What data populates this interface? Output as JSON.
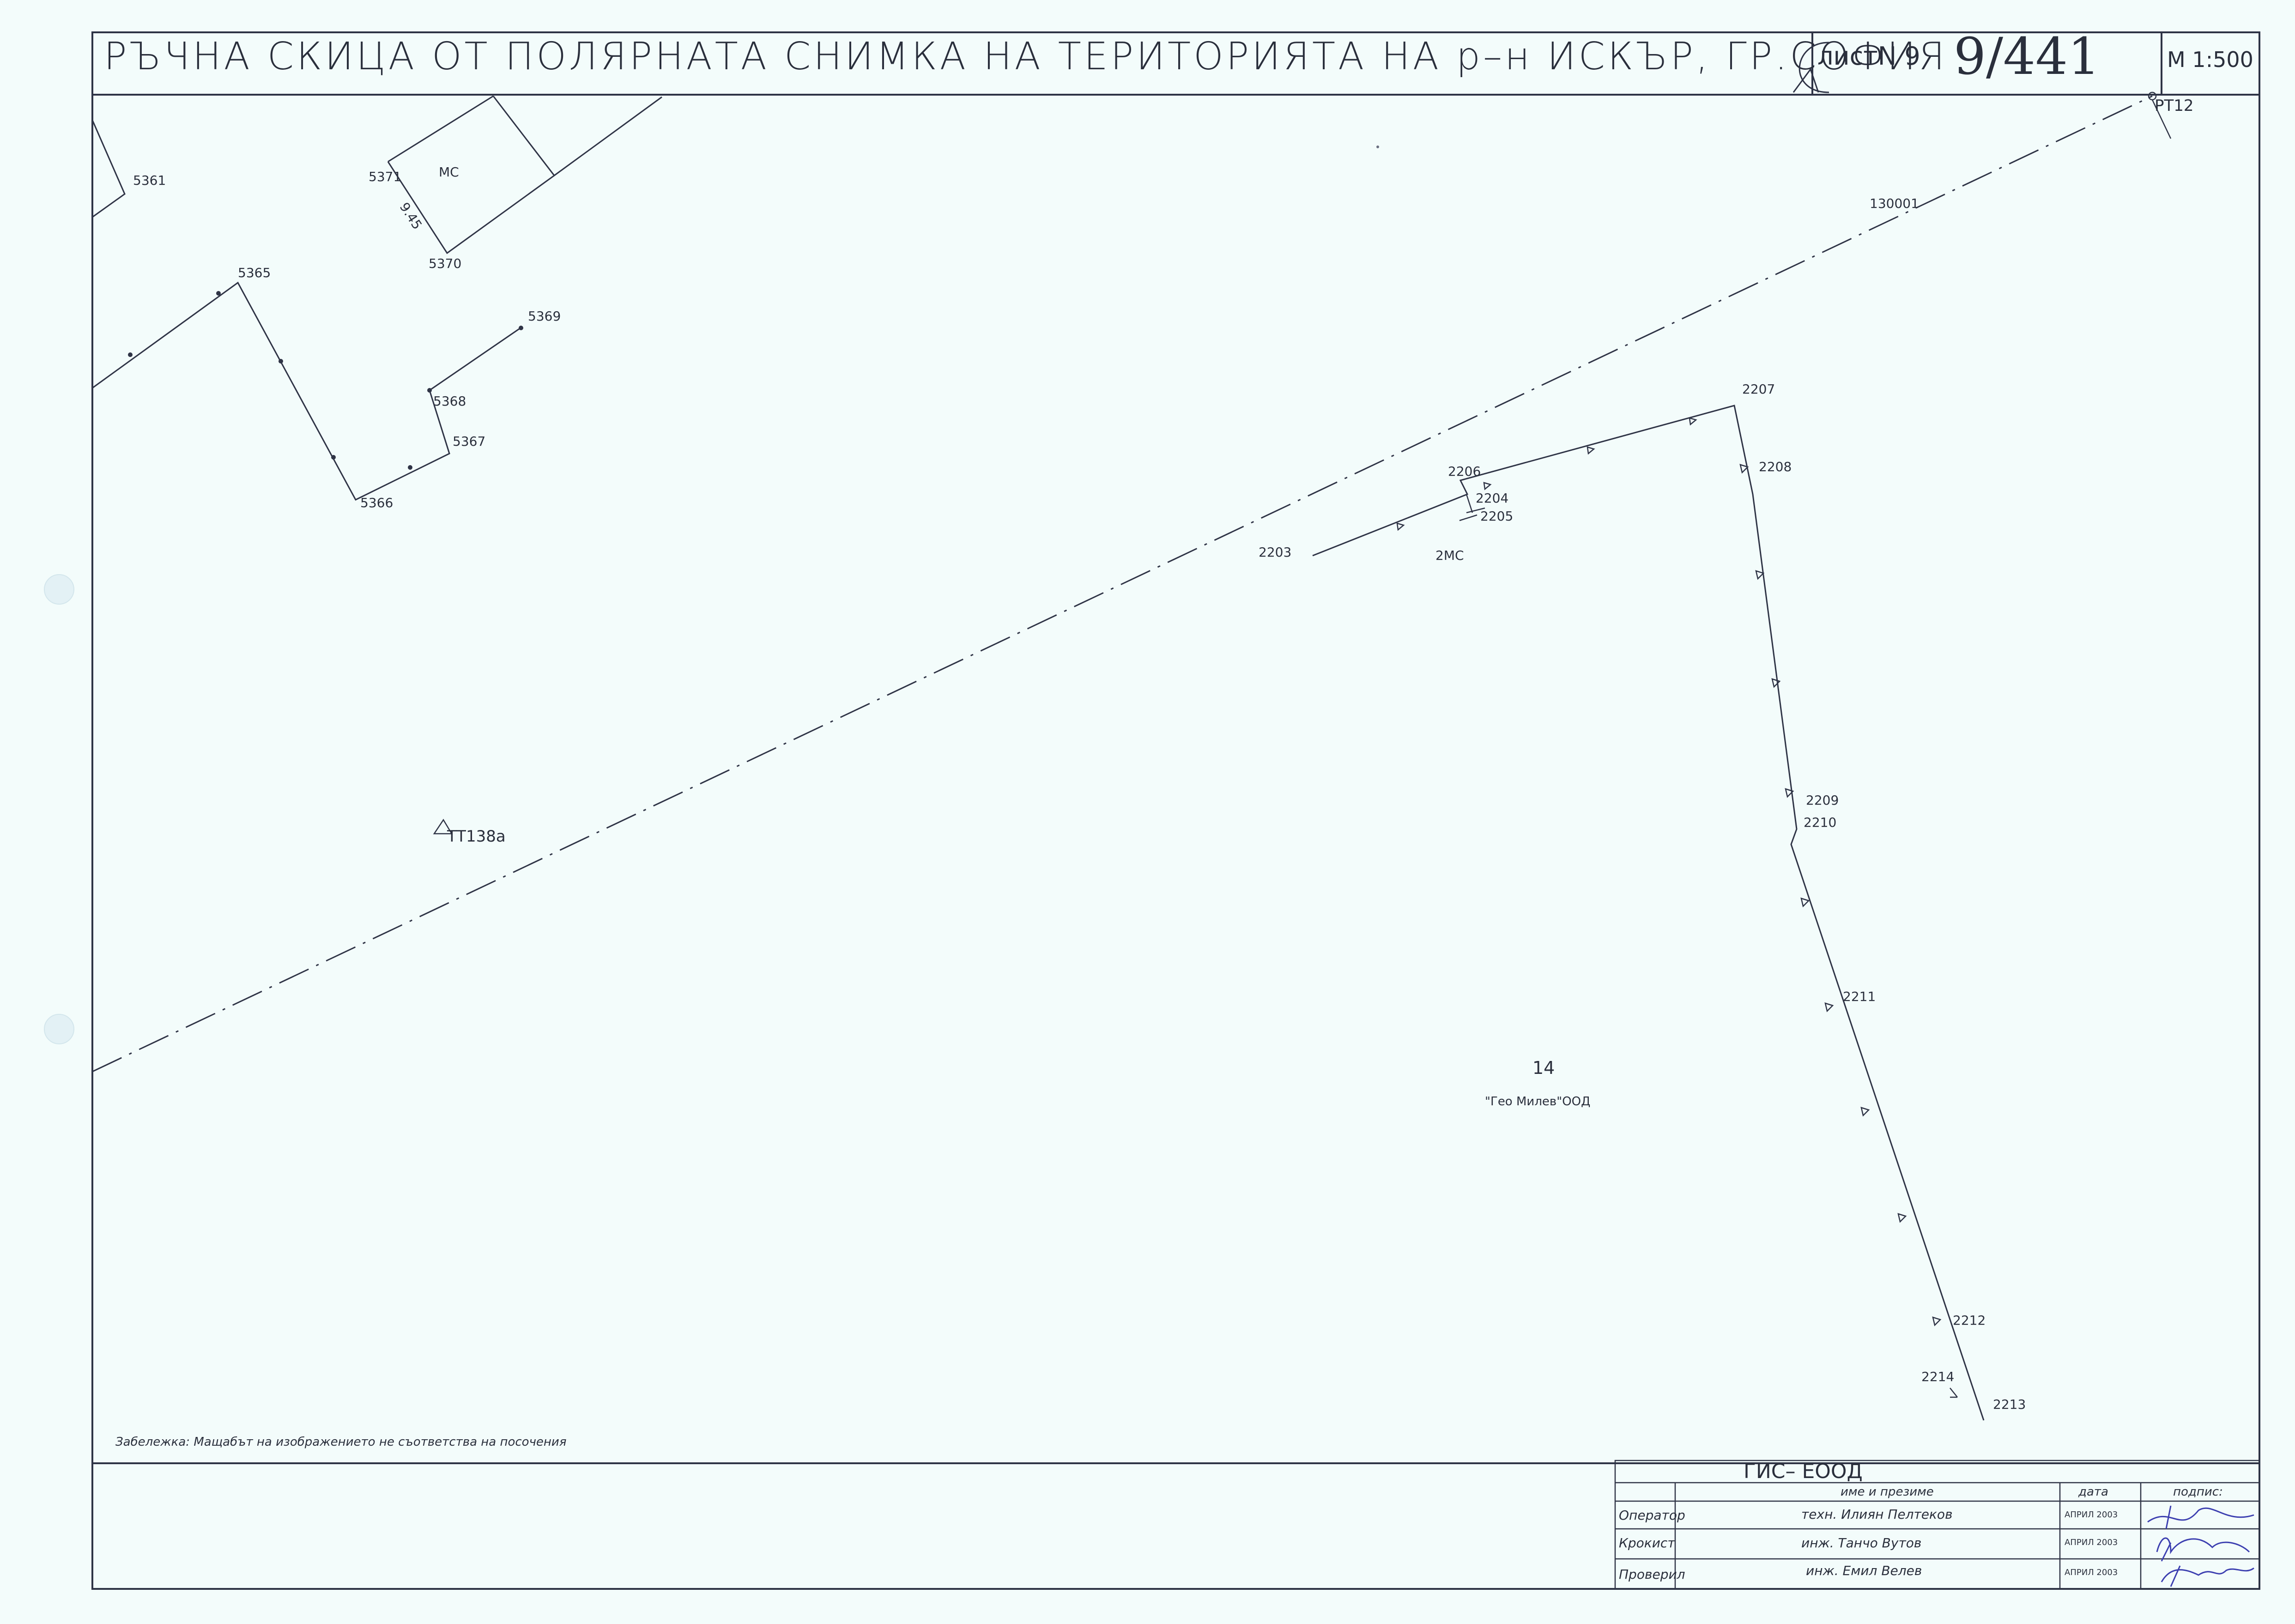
{
  "title": "РЪЧНА СКИЦА ОТ ПОЛЯРНАТА СНИМКА НА ТЕРИТОРИЯТА НА р–н ИСКЪР, ГР.СОФИЯ",
  "sheet_label": "листN 9",
  "sheet_handwritten": "9/441",
  "scale": "M 1:500",
  "logo": "С",
  "note": "Забележка: Мащабът на изображението не съответства на посочения",
  "center_number": "14",
  "company_label": "\"Гео Милев\"ООД",
  "stations": {
    "pt12": "PT12",
    "tt138a": "TT138a",
    "traverse": "130001"
  },
  "points": {
    "p5361": "5361",
    "p5365": "5365",
    "p5366": "5366",
    "p5367": "5367",
    "p5368": "5368",
    "p5369": "5369",
    "p5370": "5370",
    "p5371": "5371",
    "mc": "МС",
    "dist": "9.45",
    "p2203": "2203",
    "p2204": "2204",
    "p2205": "2205",
    "p2206": "2206",
    "p2207": "2207",
    "p2208": "2208",
    "p2209": "2209",
    "p2210": "2210",
    "p2211": "2211",
    "p2212": "2212",
    "p2213": "2213",
    "p2214": "2214",
    "mc2": "2МС"
  },
  "titleblock": {
    "company": "ГИС– ЕООД",
    "headers": {
      "name": "име и презиме",
      "date": "дата",
      "sign": "подпис:"
    },
    "rows": [
      {
        "role": "Оператор",
        "name": "техн. Илиян Пелтеков",
        "date": "АПРИЛ 2003"
      },
      {
        "role": "Крокист",
        "name": "инж. Танчо Вутов",
        "date": "АПРИЛ 2003"
      },
      {
        "role": "Проверил",
        "name": "инж. Емил Велев",
        "date": "АПРИЛ 2003"
      }
    ]
  },
  "colors": {
    "paper": "#f3fcfb",
    "ink": "#2f3446",
    "signature": "#3c3fb0"
  }
}
